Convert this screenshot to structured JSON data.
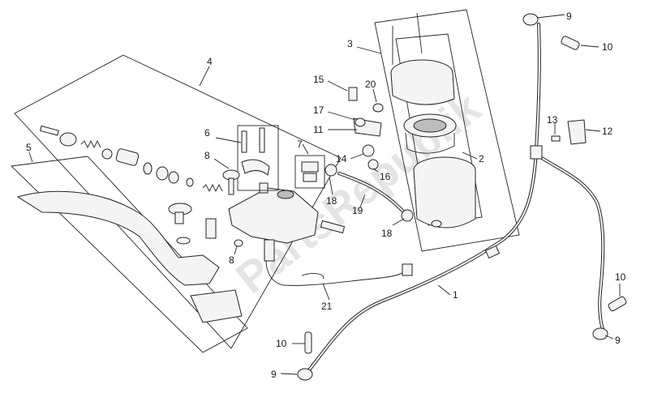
{
  "watermark": "PartsRepublik",
  "labels": [
    {
      "id": "1",
      "text": "1"
    },
    {
      "id": "2",
      "text": "2"
    },
    {
      "id": "3",
      "text": "3"
    },
    {
      "id": "4",
      "text": "4"
    },
    {
      "id": "5",
      "text": "5"
    },
    {
      "id": "6",
      "text": "6"
    },
    {
      "id": "7",
      "text": "7"
    },
    {
      "id": "8a",
      "text": "8"
    },
    {
      "id": "8b",
      "text": "8"
    },
    {
      "id": "9a",
      "text": "9"
    },
    {
      "id": "9b",
      "text": "9"
    },
    {
      "id": "9c",
      "text": "9"
    },
    {
      "id": "10a",
      "text": "10"
    },
    {
      "id": "10b",
      "text": "10"
    },
    {
      "id": "10c",
      "text": "10"
    },
    {
      "id": "11",
      "text": "11"
    },
    {
      "id": "12",
      "text": "12"
    },
    {
      "id": "13",
      "text": "13"
    },
    {
      "id": "14",
      "text": "14"
    },
    {
      "id": "15",
      "text": "15"
    },
    {
      "id": "16",
      "text": "16"
    },
    {
      "id": "17",
      "text": "17"
    },
    {
      "id": "18a",
      "text": "18"
    },
    {
      "id": "18b",
      "text": "18"
    },
    {
      "id": "19",
      "text": "19"
    },
    {
      "id": "20",
      "text": "20"
    },
    {
      "id": "21",
      "text": "21"
    }
  ]
}
